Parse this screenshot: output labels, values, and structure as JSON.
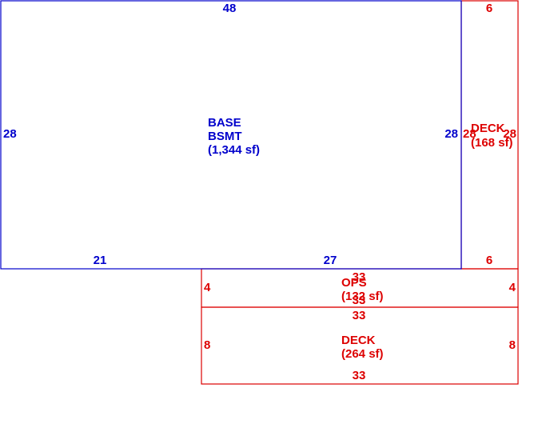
{
  "colors": {
    "base": "#0000cc",
    "addition": "#dd0000"
  },
  "areas": {
    "base": {
      "line1": "BASE",
      "line2": "BSMT",
      "line3": "(1,344 sf)",
      "dims": {
        "top": "48",
        "left": "28",
        "right": "28",
        "bottom_left": "21",
        "bottom_right": "27"
      }
    },
    "deck_right": {
      "line1": "DECK",
      "line2": "(168 sf)",
      "dims": {
        "top": "6",
        "left": "28",
        "right": "28",
        "bottom": "6"
      }
    },
    "ops": {
      "line1": "OPS",
      "line2": "(132 sf)",
      "dims": {
        "top": "33",
        "left": "4",
        "right": "4",
        "bottom": "33"
      }
    },
    "deck_bottom": {
      "line1": "DECK",
      "line2": "(264 sf)",
      "dims": {
        "top": "33",
        "left": "8",
        "right": "8",
        "bottom": "33"
      }
    }
  }
}
